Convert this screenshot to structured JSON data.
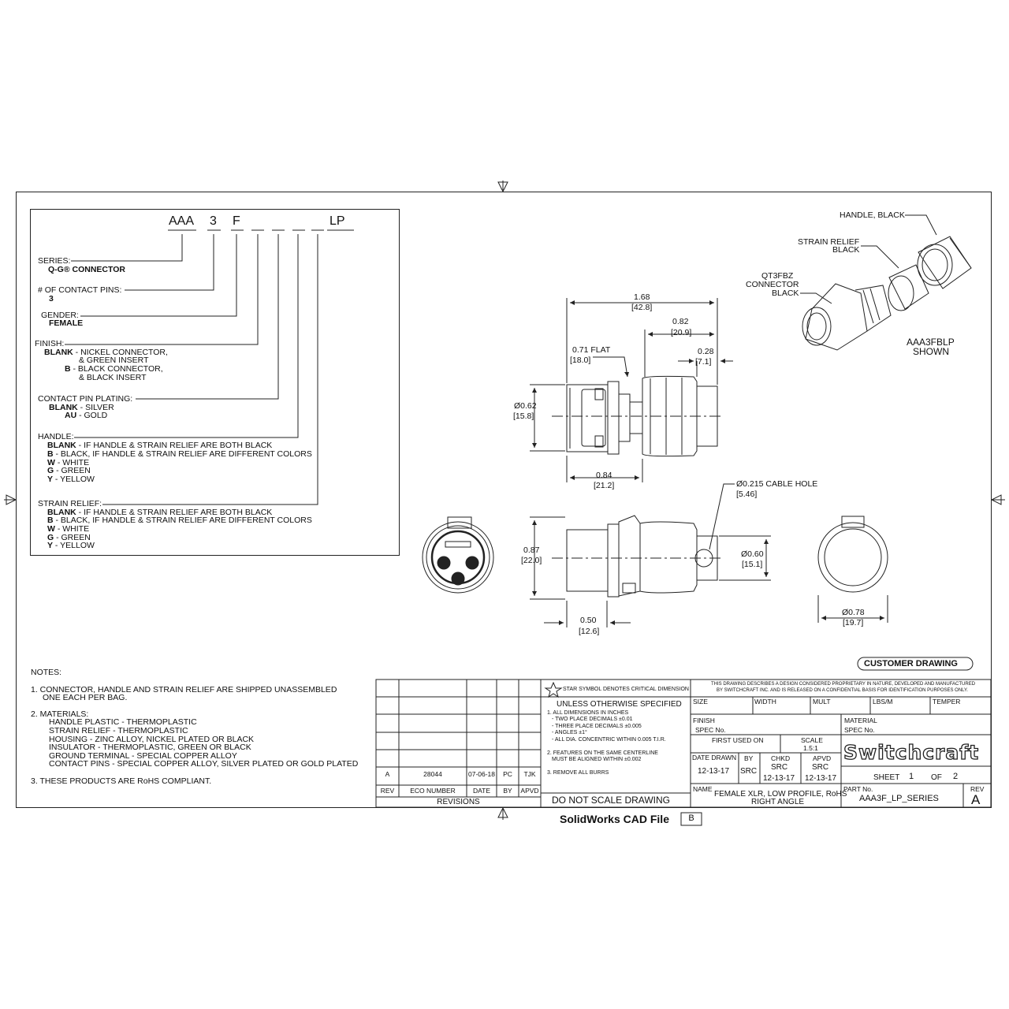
{
  "part_code": {
    "series": "AAA",
    "pins": "3",
    "gender": "F",
    "finish_blank": "_",
    "plating_blank": "_",
    "handle_blank": "_",
    "relief_blank": "_",
    "lp": "LP"
  },
  "options": {
    "series_label": "SERIES:",
    "series_value": "Q-G® CONNECTOR",
    "pins_label": "# OF CONTACT PINS:",
    "pins_value": "3",
    "gender_label": "GENDER:",
    "gender_value": "FEMALE",
    "finish_label": "FINISH:",
    "finish_blank_key": "BLANK",
    "finish_blank_text": " - NICKEL  CONNECTOR,",
    "finish_blank_text2": "& GREEN INSERT",
    "finish_b_key": "B",
    "finish_b_text": " - BLACK  CONNECTOR,",
    "finish_b_text2": "& BLACK INSERT",
    "plating_label": "CONTACT PIN PLATING:",
    "plating_blank_key": "BLANK",
    "plating_blank_text": " - SILVER",
    "plating_au_key": "AU",
    "plating_au_text": " - GOLD",
    "handle_label": "HANDLE:",
    "relief_label": "STRAIN RELIEF:",
    "color_blank_key": "BLANK",
    "color_blank_text": " - IF HANDLE & STRAIN RELIEF ARE BOTH BLACK",
    "color_b_key": "B",
    "color_b_text": " - BLACK, IF HANDLE & STRAIN RELIEF ARE DIFFERENT COLORS",
    "color_w_key": "W",
    "color_w_text": " - WHITE",
    "color_g_key": "G",
    "color_g_text": " - GREEN",
    "color_y_key": "Y",
    "color_y_text": " - YELLOW"
  },
  "dims": {
    "d168": "1.68",
    "d168mm": "[42.8]",
    "d082": "0.82",
    "d082mm": "[20.9]",
    "d071": "0.71  FLAT",
    "d071mm": "[18.0]",
    "d028": "0.28",
    "d028mm": "[7.1]",
    "d062": "Ø0.62",
    "d062mm": "[15.8]",
    "d084": "0.84",
    "d084mm": "[21.2]",
    "d0215": "Ø0.215 CABLE HOLE",
    "d0215mm": "[5.46]",
    "d087": "0.87",
    "d087mm": "[22.0]",
    "d060": "Ø0.60",
    "d060mm": "[15.1]",
    "d050": "0.50",
    "d050mm": "[12.6]",
    "d078": "Ø0.78",
    "d078mm": "[19.7]"
  },
  "iso": {
    "handle": "HANDLE, BLACK",
    "relief1": "STRAIN RELIEF",
    "relief2": "BLACK",
    "conn1": "QT3FBZ",
    "conn2": "CONNECTOR",
    "conn3": "BLACK",
    "shown1": "AAA3FBLP",
    "shown2": "SHOWN"
  },
  "notes": {
    "title": "NOTES:",
    "n1a": "1.  CONNECTOR, HANDLE AND STRAIN RELIEF ARE SHIPPED UNASSEMBLED",
    "n1b": "ONE EACH PER BAG.",
    "n2": "2.  MATERIALS:",
    "m1": "HANDLE PLASTIC - THERMOPLASTIC",
    "m2": "STRAIN RELIEF - THERMOPLASTIC",
    "m3": "HOUSING - ZINC ALLOY, NICKEL PLATED OR BLACK",
    "m4": "INSULATOR - THERMOPLASTIC, GREEN OR BLACK",
    "m5": "GROUND TERMINAL - SPECIAL COPPER ALLOY",
    "m6": "CONTACT PINS - SPECIAL COPPER ALLOY, SILVER PLATED OR GOLD PLATED",
    "n3": "3.  THESE PRODUCTS ARE RoHS COMPLIANT."
  },
  "title_block": {
    "customer": "CUSTOMER DRAWING",
    "rev_row": {
      "rev": "A",
      "eco": "28044",
      "date": "07-06-18",
      "by": "PC",
      "apvd": "TJK"
    },
    "rev_hdr": {
      "rev": "REV",
      "eco": "ECO NUMBER",
      "date": "DATE",
      "by": "BY",
      "apvd": "APVD"
    },
    "revisions": "REVISIONS",
    "star": "STAR SYMBOL DENOTES CRITICAL DIMENSION",
    "unless": "UNLESS OTHERWISE SPECIFIED",
    "tol1": "1. ALL DIMENSIONS IN INCHES",
    "tol2": "- TWO PLACE DECIMALS    ±0.01",
    "tol3": "- THREE PLACE DECIMALS  ±0.005",
    "tol4": "- ANGLES                         ±1°",
    "tol5": "- ALL DIA. CONCENTRIC WITHIN 0.005 T.I.R.",
    "tol6": "2. FEATURES ON THE SAME CENTERLINE",
    "tol7": "MUST BE ALIGNED WITHIN ±0.002",
    "tol8": "3. REMOVE ALL BURRS",
    "noscale": "DO NOT SCALE DRAWING",
    "prop1": "THIS DRAWING DESCRIBES A DESIGN CONSIDERED PROPRIETARY IN NATURE, DEVELOPED AND MANUFACTURED",
    "prop2": "BY SWITCHCRAFT INC. AND IS RELEASED ON A CONFIDENTIAL BASIS FOR IDENTIFICATION PURPOSES ONLY.",
    "size": "SIZE",
    "width": "WIDTH",
    "mult": "MULT",
    "lbsm": "LBS/M",
    "temper": "TEMPER",
    "finish": "FINISH",
    "spec1": "SPEC No.",
    "material": "MATERIAL",
    "spec2": "SPEC No.",
    "first_used": "FIRST USED ON",
    "scale_lbl": "SCALE",
    "scale": "1.5:1",
    "date_drawn_lbl": "DATE DRAWN",
    "by_lbl": "BY",
    "chkd_lbl": "CHKD",
    "apvd_lbl": "APVD",
    "date_drawn": "12-13-17",
    "by": "SRC",
    "chkd": "SRC",
    "chkd_date": "12-13-17",
    "apvd": "SRC",
    "apvd_date": "12-13-17",
    "logo": "Switchcraft",
    "sheet_lbl": "SHEET",
    "sheet": "1",
    "of_lbl": "OF",
    "of": "2",
    "name_lbl": "NAME",
    "name1": "FEMALE XLR, LOW PROFILE, RoHS",
    "name2": "RIGHT ANGLE",
    "part_lbl": "PART No.",
    "part": "AAA3F_LP_SERIES",
    "rev_lbl": "REV",
    "rev": "A"
  },
  "footer": {
    "cad": "SolidWorks CAD File",
    "badge": "B"
  }
}
